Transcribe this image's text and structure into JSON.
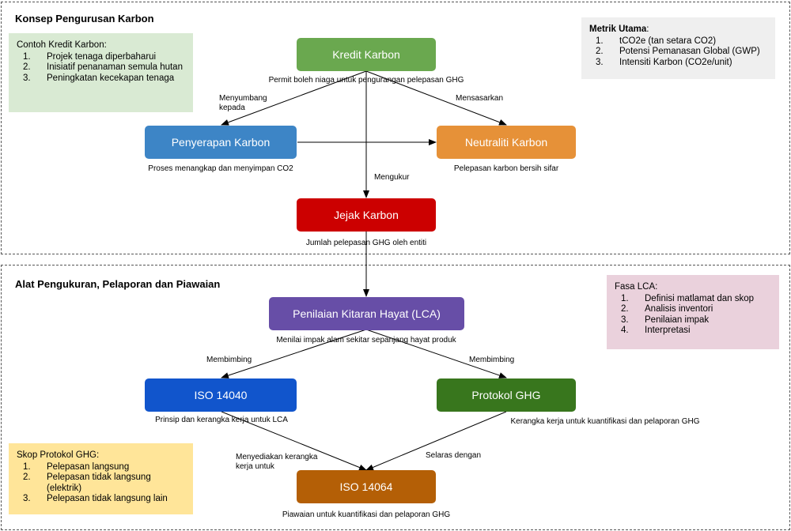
{
  "sections": {
    "top": {
      "title": "Konsep Pengurusan Karbon"
    },
    "bottom": {
      "title": "Alat Pengukuran, Pelaporan dan Piawaian"
    }
  },
  "nodes": {
    "kredit": {
      "label": "Kredit Karbon",
      "caption": "Permit boleh niaga untuk pengurangan pelepasan GHG",
      "color": "#6aa84f"
    },
    "penyerapan": {
      "label": "Penyerapan Karbon",
      "caption": "Proses menangkap dan menyimpan CO2",
      "color": "#3d85c6"
    },
    "neutraliti": {
      "label": "Neutraliti Karbon",
      "caption": "Pelepasan karbon bersih sifar",
      "color": "#e69138"
    },
    "jejak": {
      "label": "Jejak Karbon",
      "caption": "Jumlah pelepasan GHG oleh entiti",
      "color": "#cc0000"
    },
    "lca": {
      "label": "Penilaian Kitaran Hayat (LCA)",
      "caption": "Menilai impak alam sekitar sepanjang hayat produk",
      "color": "#674ea7"
    },
    "iso14040": {
      "label": "ISO 14040",
      "caption": "Prinsip dan kerangka kerja untuk LCA",
      "color": "#1155cc"
    },
    "protokol": {
      "label": "Protokol GHG",
      "caption": "Kerangka kerja untuk kuantifikasi dan pelaporan GHG",
      "color": "#38761d"
    },
    "iso14064": {
      "label": "ISO 14064",
      "caption": "Piawaian untuk kuantifikasi dan pelaporan GHG",
      "color": "#b45f06"
    }
  },
  "edges": {
    "menyumbang": "Menyumbang kepada",
    "mensasarkan": "Mensasarkan",
    "mengukur": "Mengukur",
    "membimbing_left": "Membimbing",
    "membimbing_right": "Membimbing",
    "menyediakan": "Menyediakan kerangka kerja untuk",
    "selaras": "Selaras dengan"
  },
  "notes": {
    "kredit_examples": {
      "title": "Contoh Kredit Karbon:",
      "items": [
        "Projek tenaga diperbaharui",
        "Inisiatif penanaman semula hutan",
        "Peningkatan kecekapan tenaga"
      ],
      "color": "#d9ead3"
    },
    "metrik": {
      "title_bold": "Metrik Utama",
      "title_rest": ":",
      "items": [
        "tCO2e (tan setara CO2)",
        "Potensi Pemanasan Global (GWP)",
        "Intensiti Karbon (CO2e/unit)"
      ],
      "color": "#efefef"
    },
    "fasa_lca": {
      "title": "Fasa LCA:",
      "items": [
        "Definisi matlamat dan skop",
        "Analisis inventori",
        "Penilaian impak",
        "Interpretasi"
      ],
      "color": "#ead1dc"
    },
    "skop_ghg": {
      "title": "Skop Protokol GHG:",
      "items": [
        "Pelepasan langsung",
        "Pelepasan tidak langsung (elektrik)",
        "Pelepasan tidak langsung lain"
      ],
      "color": "#ffe599"
    }
  }
}
